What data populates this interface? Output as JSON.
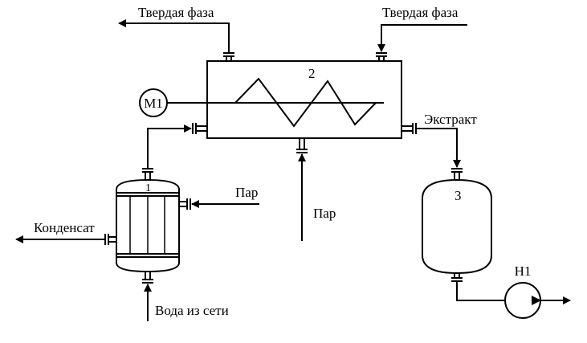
{
  "labels": {
    "solid_phase_out": "Твердая фаза",
    "solid_phase_in": "Твердая фаза",
    "extract": "Экстракт",
    "steam_top": "Пар",
    "steam_bottom": "Пар",
    "condensate": "Конденсат",
    "water": "Вода из сети"
  },
  "equipment": {
    "extractor_number": "2",
    "heater_number": "1",
    "tank_number": "3",
    "motor_label": "M1",
    "pump_label": "H1"
  }
}
